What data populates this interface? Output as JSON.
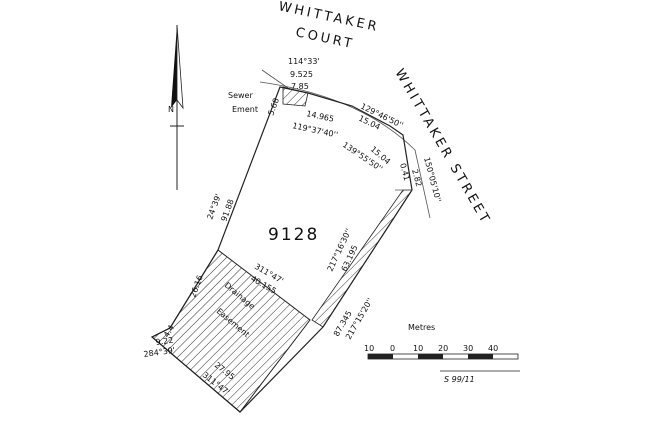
{
  "streets": {
    "court_line1": "WHITTAKER",
    "court_line2": "COURT",
    "street": "WHITTAKER STREET"
  },
  "north": {
    "label": "N"
  },
  "lot": {
    "number": "9128"
  },
  "easements": {
    "sewer_line1": "Sewer",
    "sewer_line2": "Ement",
    "drainage_line1": "Drainage",
    "drainage_line2": "Easement"
  },
  "dimensions": {
    "top_bearing": "114°33'",
    "top_dist": "9.525",
    "sewer_top": "7.85",
    "sewer_side": "5.68",
    "front_dist1": "14.965",
    "front_bearing1": "119°37'40''",
    "front_bearing2": "129°46'50''",
    "front_dist2": "15.04",
    "front_bearing3": "139°55'50''",
    "front_dist3": "15.04",
    "corner_small": "0.41",
    "corner_bearing": "150°05'10''",
    "corner_dist": "2.82",
    "left_bearing": "24°39'",
    "left_dist": "91.88",
    "right_bearing": "217°15'20''",
    "right_dist": "87.345",
    "inner_bearing": "217°16'30''",
    "inner_dist": "63.195",
    "drain_bearing": "311°47'",
    "drain_dist": "40.155",
    "drain_side": "26.16",
    "small_side": "4.4",
    "bottom_dist1": "9.22",
    "bottom_bearing1": "284°39'",
    "bottom_dist2": "27.95",
    "bottom_bearing2": "311°47'"
  },
  "scale": {
    "title": "Metres",
    "ticks": [
      "10",
      "0",
      "10",
      "20",
      "30",
      "40"
    ],
    "plan_ref": "S 99/11"
  }
}
